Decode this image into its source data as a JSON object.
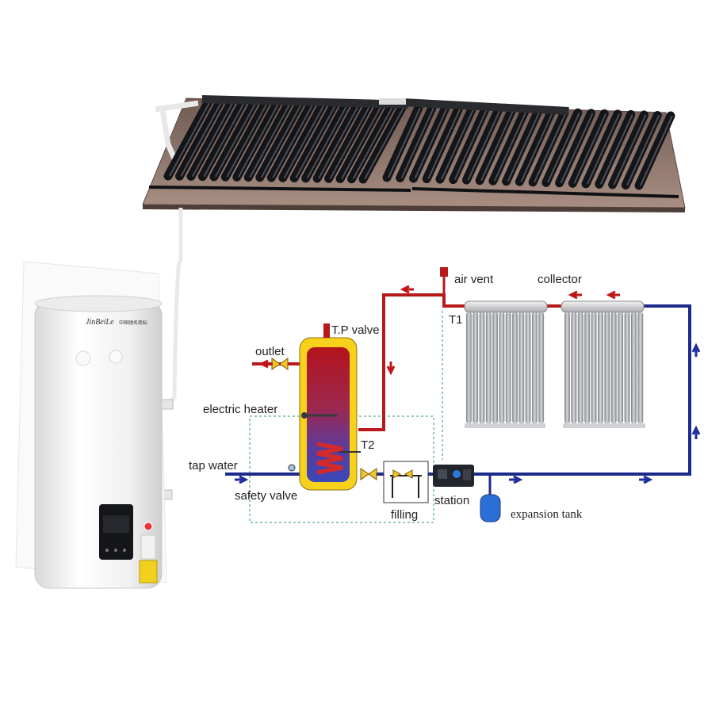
{
  "diagram": {
    "labels": {
      "air_vent": "air vent",
      "collector": "collector",
      "tp_valve": "T.P valve",
      "outlet": "outlet",
      "electric_heater": "electric heater",
      "t1": "T1",
      "t2": "T2",
      "tap_water": "tap water",
      "safety_valve": "safety valve",
      "filling": "filling",
      "station": "station",
      "expansion_tank": "expansion tank"
    },
    "colors": {
      "hot_pipe": "#b8191b",
      "cold_pipe": "#1c2a8c",
      "arrow_red": "#c0161a",
      "arrow_blue": "#1f2f9c",
      "control_box": "#2e9a55",
      "tank_body": "#f3f3f3",
      "roof": "#8a6e62",
      "tube": "#1e2024"
    }
  }
}
